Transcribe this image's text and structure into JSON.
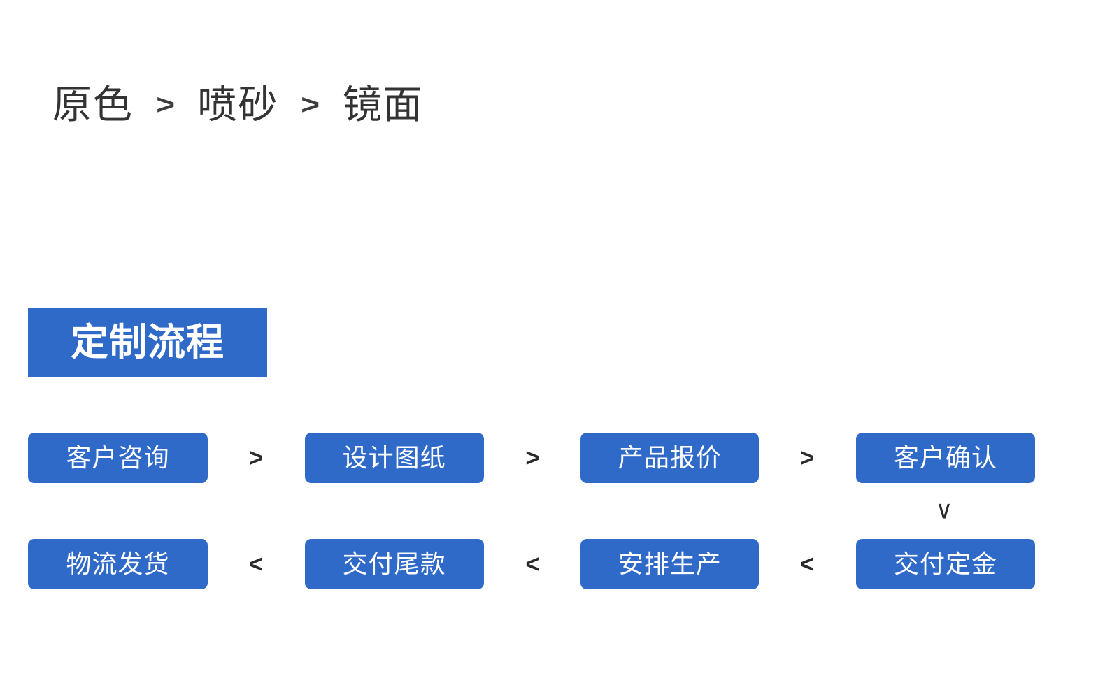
{
  "finish_options": {
    "items": [
      {
        "label": "原色"
      },
      {
        "label": "喷砂"
      },
      {
        "label": "镜面"
      }
    ],
    "separator": ">"
  },
  "section": {
    "heading": "定制流程",
    "heading_bg_color": "#2f6ac9",
    "heading_text_color": "#ffffff"
  },
  "flow": {
    "row1": {
      "steps": [
        {
          "label": "客户咨询"
        },
        {
          "label": "设计图纸"
        },
        {
          "label": "产品报价"
        },
        {
          "label": "客户确认"
        }
      ],
      "arrow": ">"
    },
    "row2": {
      "steps": [
        {
          "label": "物流发货"
        },
        {
          "label": "交付尾款"
        },
        {
          "label": "安排生产"
        },
        {
          "label": "交付定金"
        }
      ],
      "arrow": "<"
    },
    "down_connector": "∨",
    "step_bg_color": "#2f6ac9",
    "step_text_color": "#ffffff"
  }
}
